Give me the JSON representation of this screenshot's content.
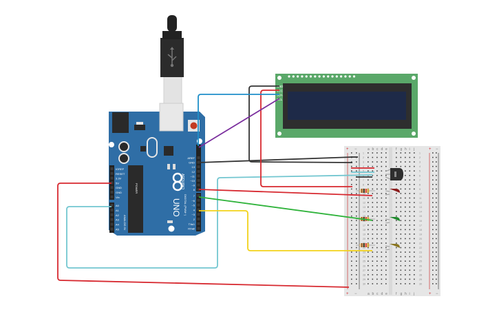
{
  "components": {
    "arduino": {
      "name": "Arduino UNO",
      "brand": "ARDUINO",
      "model": "UNO",
      "power_header_label": "POWER",
      "analog_header_label": "ANALOG IN",
      "digital_header_label": "DIGITAL (PWM~)",
      "power_pins": [
        "IOREF",
        "RESET",
        "3.3V",
        "5V",
        "GND",
        "GND",
        "Vin"
      ],
      "analog_pins": [
        "A0",
        "A1",
        "A2",
        "A3",
        "A4",
        "A5"
      ],
      "digital_pins_upper": [
        "AREF",
        "GND",
        "13",
        "12",
        "~11",
        "~10",
        "~9",
        "8"
      ],
      "digital_pins_lower": [
        "7",
        "~6",
        "~5",
        "4",
        "~3",
        "2",
        "TX▸1",
        "RX◂0"
      ],
      "led_labels": [
        "L",
        "TX",
        "RX",
        "ON"
      ],
      "board_color": "#2f6ea6"
    },
    "usb_cable": {
      "name": "USB cable",
      "icon": "usb-icon"
    },
    "lcd": {
      "name": "LCD 16x2 I2C",
      "pins": [
        "GND",
        "VCC",
        "SDA",
        "SCL"
      ],
      "screen_color": "#1e2a48",
      "pcb_color": "#5aa869"
    },
    "breadboard": {
      "name": "Breadboard (half)",
      "column_labels_left": [
        "a",
        "b",
        "c",
        "d",
        "e"
      ],
      "column_labels_right": [
        "f",
        "g",
        "h",
        "i",
        "j"
      ],
      "row_count": 30,
      "rail_plus": "+",
      "rail_minus": "−"
    },
    "sensor": {
      "name": "Temperature sensor"
    },
    "leds": [
      {
        "name": "Red LED",
        "color": "#8b1a1a"
      },
      {
        "name": "Green LED",
        "color": "#1f8a2d"
      },
      {
        "name": "Yellow LED",
        "color": "#8a7620"
      }
    ],
    "resistors": [
      {
        "name": "Resistor 1"
      },
      {
        "name": "Resistor 2"
      },
      {
        "name": "Resistor 3"
      }
    ]
  },
  "wires": [
    {
      "from": "5V",
      "to": "breadboard + rail",
      "color": "#d7282f"
    },
    {
      "from": "A0",
      "to": "sensor out",
      "color": "#72c6d0"
    },
    {
      "from": "GND",
      "to": "breadboard row 2",
      "color": "#333333"
    },
    {
      "from": "LCD GND",
      "to": "breadboard row 1",
      "color": "#333333"
    },
    {
      "from": "LCD VCC",
      "to": "breadboard row 8",
      "color": "#d7282f"
    },
    {
      "from": "LCD SDA",
      "to": "AREF side SDA",
      "color": "#1f8fc9"
    },
    {
      "from": "LCD SCL",
      "to": "SCL pin",
      "color": "#7b2f9e"
    },
    {
      "from": "8",
      "to": "red LED",
      "color": "#d7282f"
    },
    {
      "from": "7",
      "to": "green LED",
      "color": "#2fb33b"
    },
    {
      "from": "4",
      "to": "yellow LED",
      "color": "#f2d21a"
    }
  ]
}
